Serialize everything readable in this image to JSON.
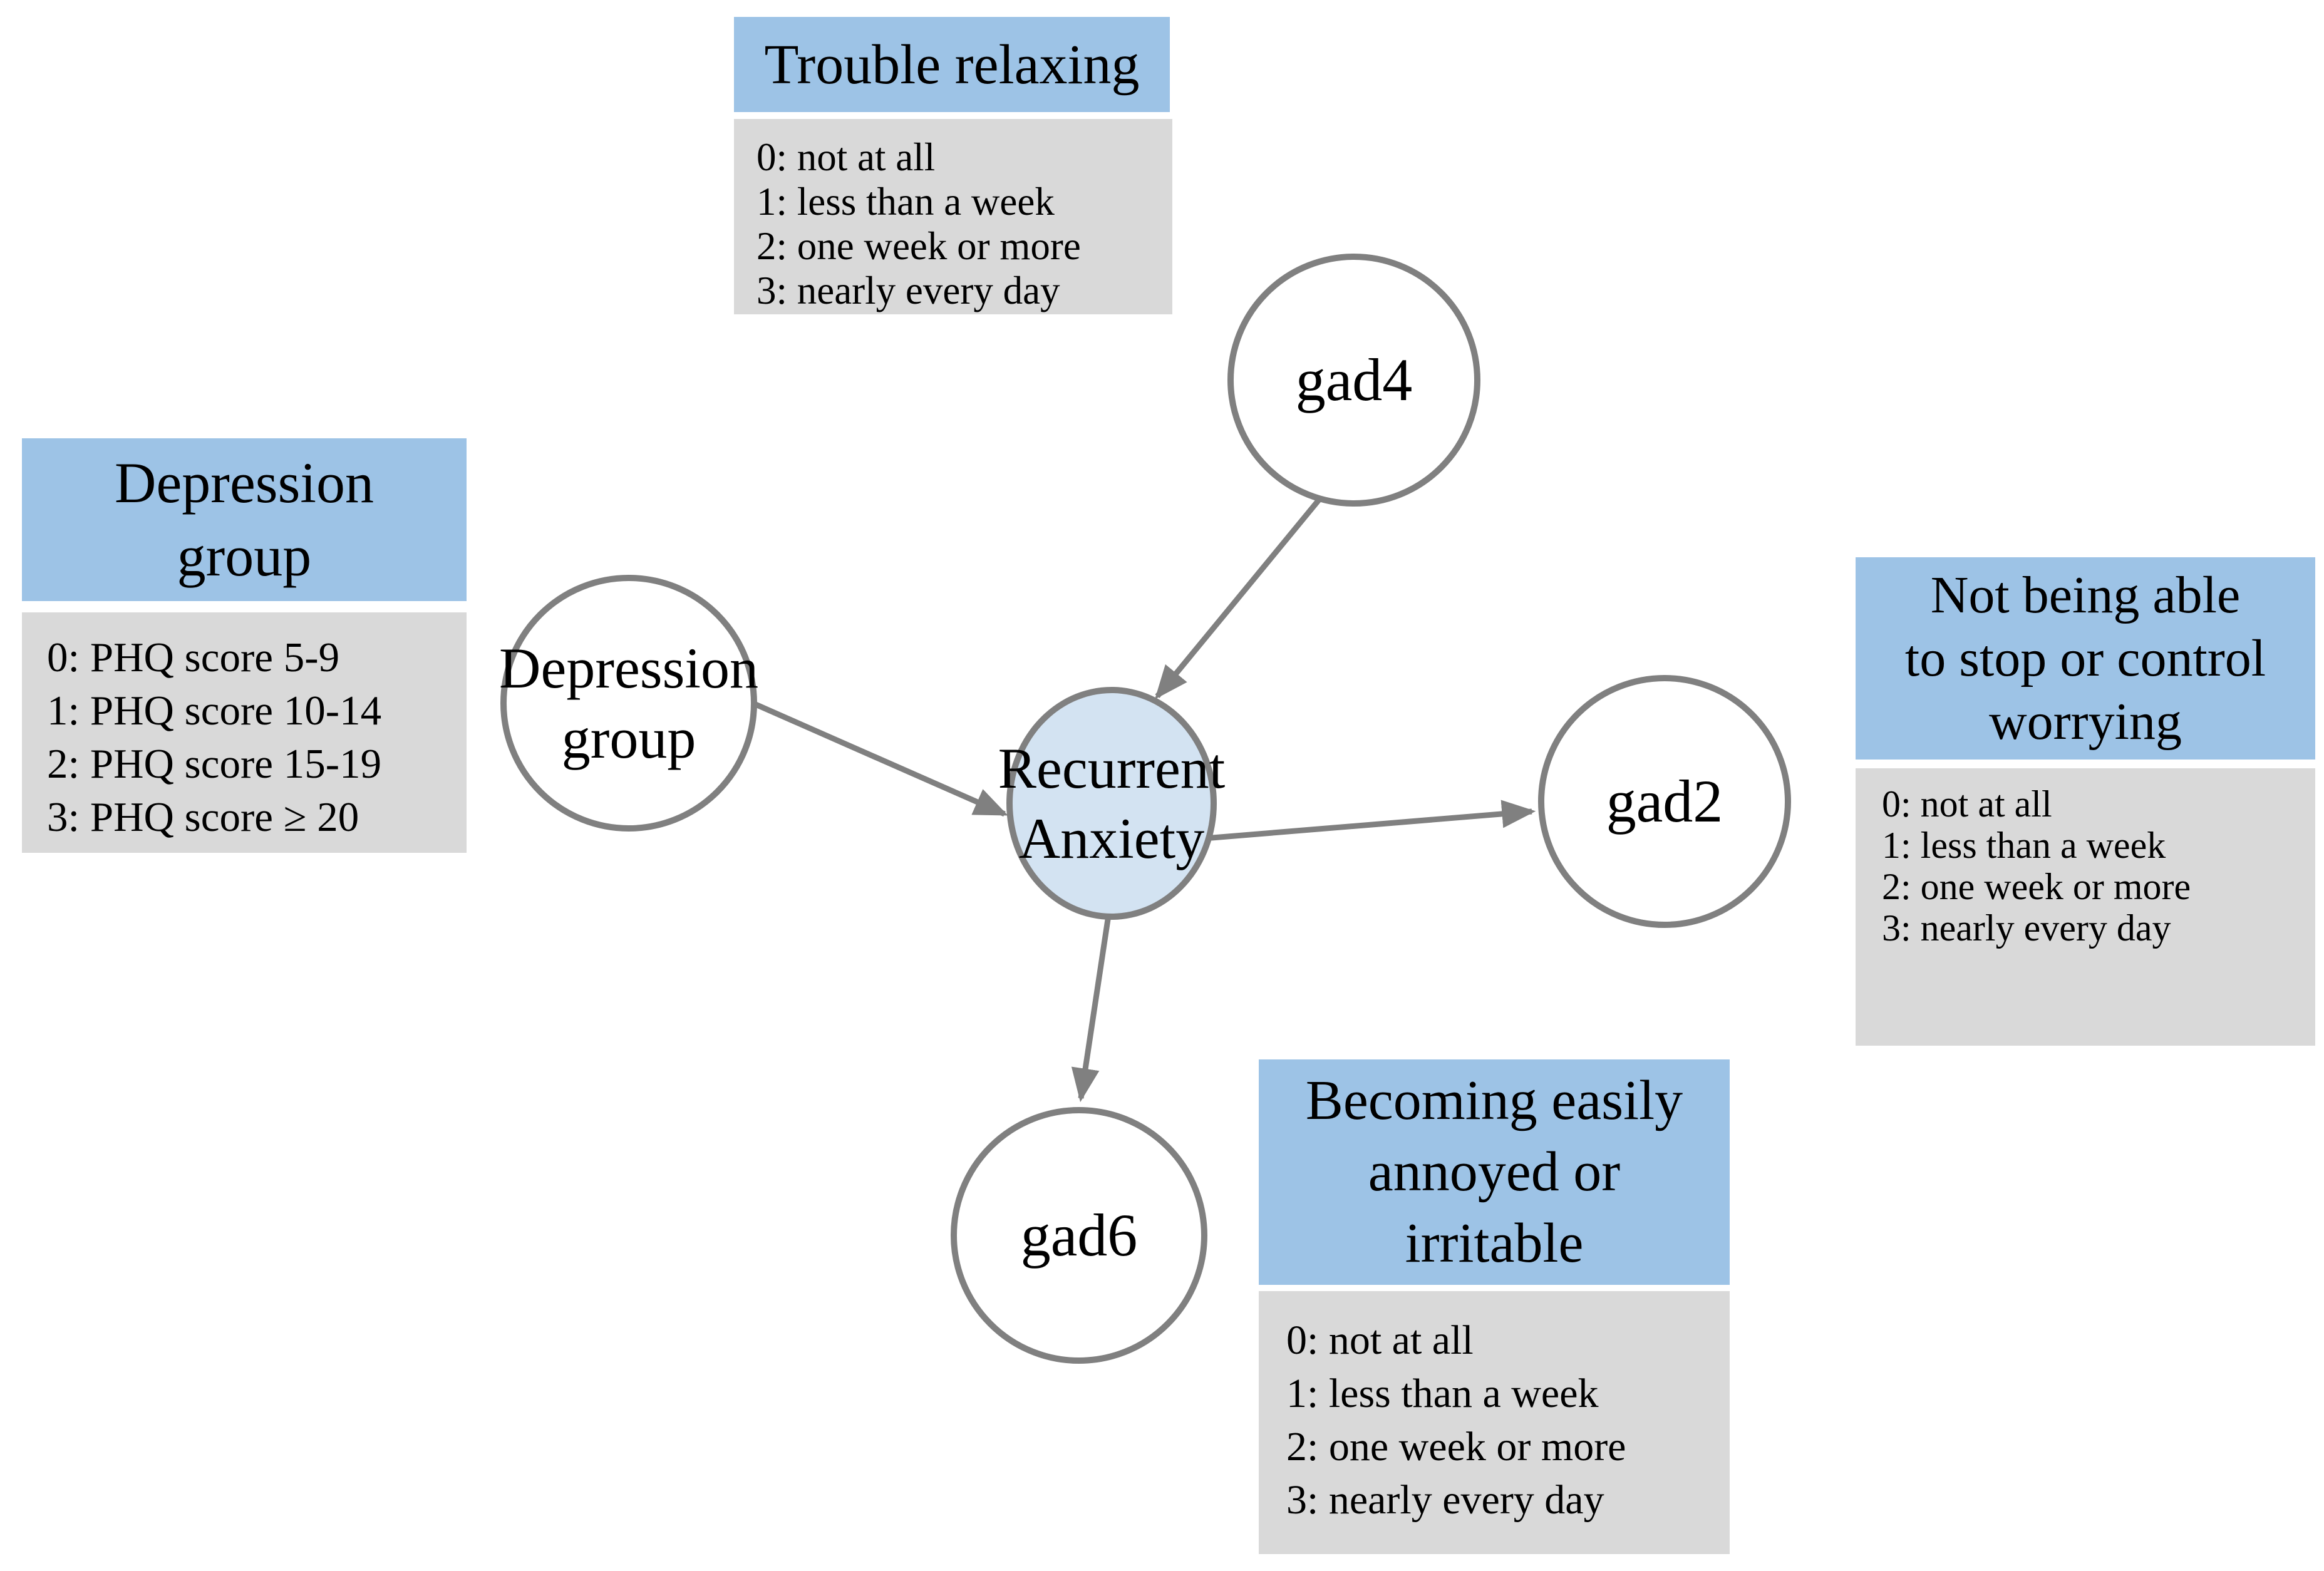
{
  "nodes": {
    "gad4": {
      "label": "gad4",
      "type": "observed"
    },
    "gad2": {
      "label": "gad2",
      "type": "observed"
    },
    "gad6": {
      "label": "gad6",
      "type": "observed"
    },
    "depression_group": {
      "label": "Depression\ngroup",
      "type": "observed"
    },
    "recurrent_anxiety": {
      "label": "Recurrent\nAnxiety",
      "type": "highlighted"
    }
  },
  "edges": [
    {
      "from": "gad4",
      "to": "recurrent_anxiety"
    },
    {
      "from": "depression_group",
      "to": "recurrent_anxiety"
    },
    {
      "from": "recurrent_anxiety",
      "to": "gad2"
    },
    {
      "from": "recurrent_anxiety",
      "to": "gad6"
    }
  ],
  "legends": {
    "trouble_relaxing": {
      "title": "Trouble relaxing",
      "scale": [
        "0: not at all",
        "1: less than a week",
        "2: one week or more",
        "3: nearly every day"
      ]
    },
    "depression_group": {
      "title": "Depression\ngroup",
      "scale": [
        "0: PHQ score 5-9",
        "1: PHQ score 10-14",
        "2: PHQ score 15-19",
        "3: PHQ score ≥ 20"
      ]
    },
    "not_stop_worrying": {
      "title": "Not being able\nto stop or control\nworrying",
      "scale": [
        "0: not at all",
        "1: less than a week",
        "2: one week or more",
        "3: nearly every day"
      ]
    },
    "annoyed_irritable": {
      "title": "Becoming easily\nannoyed or\nirritable",
      "scale": [
        "0: not at all",
        "1: less than a week",
        "2: one week or more",
        "3: nearly every day"
      ]
    }
  },
  "colors": {
    "legend_header_blue": "#9DC3E6",
    "legend_body_gray": "#D9D9D9",
    "highlighted_node_fill": "#D3E3F2",
    "observed_node_fill": "#FFFFFF",
    "outline_gray": "#808080",
    "text": "#000000",
    "background": "#FFFFFF"
  }
}
